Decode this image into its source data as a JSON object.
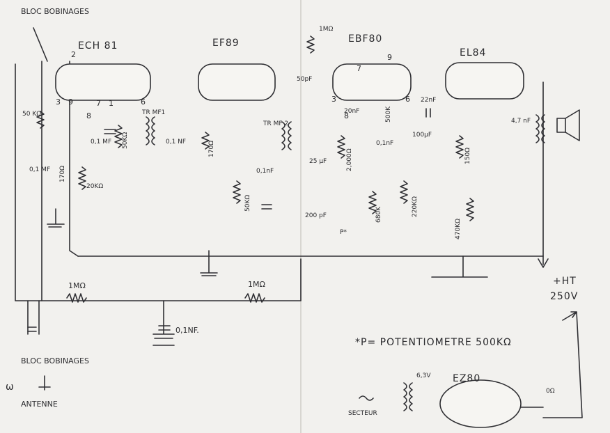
{
  "diagram": {
    "tubes": {
      "ech81": "ECH 81",
      "ef89": "EF89",
      "ebf80": "EBF80",
      "el84": "EL84",
      "ez80": "EZ80"
    },
    "labels": {
      "bloc_top": "BLOC BOBINAGES",
      "bloc_bottom": "BLOC BOBINAGES",
      "antenne_prefix": "ω",
      "antenne": "ANTENNE",
      "ht": "+HT",
      "ht_voltage": "250V",
      "potentiometer_note": "*P= POTENTIOMETRE 500KΩ",
      "secteur": "SECTEUR",
      "heater_voltage": "6,3V",
      "tr_mf1": "TR MF1",
      "tr_mf2": "TR MF 2"
    },
    "pins": [
      "2",
      "3",
      "9",
      "7",
      "1",
      "6",
      "8",
      "9",
      "3",
      "7",
      "6",
      "8"
    ],
    "resistors": {
      "r_50k_ech": "50 KΩ",
      "r_170_ech": "170Ω",
      "r_20k": "20KΩ",
      "r_50k_b": "50KΩ",
      "r_170_ef": "170Ω",
      "r_50k_ef": "50KΩ",
      "r_1m_top": "1MΩ",
      "r_2000": "2,000Ω",
      "r_500k": "500K",
      "r_680k": "680K",
      "r_220k": "220KΩ",
      "r_150": "150Ω",
      "r_470k": "470KΩ",
      "r_1m_left": "1MΩ",
      "r_1m_right": "1MΩ",
      "pot": "P*",
      "r_ps": "0Ω"
    },
    "capacitors": {
      "c_01_ech_a": "0,1 MF",
      "c_01_ech_b": "0,1 MF",
      "c_01_ef": "0,1 NF",
      "c_01_ef2": "0,1nF",
      "c_50p": "50pF",
      "c_20n": "20nF",
      "c_01_ebf": "0,1nF",
      "c_25": "25 μF",
      "c_200p": "200 pF",
      "c_22n": "22nF",
      "c_100": "100μF",
      "c_47": "4,7 nF",
      "c_01_bottom": "0,1NF."
    }
  }
}
